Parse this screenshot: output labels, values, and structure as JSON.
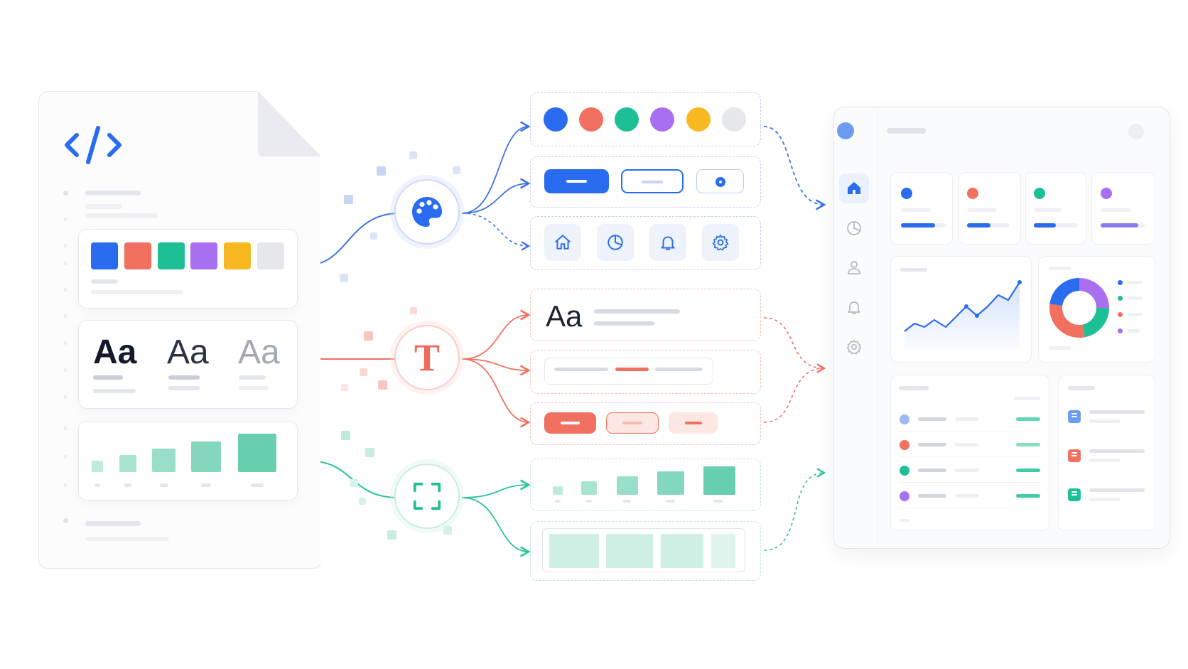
{
  "typography": {
    "specimen": "Aa"
  },
  "colors": {
    "blue": "#2a6cf0",
    "coral": "#f1705f",
    "teal": "#1dbf94",
    "purple": "#a86ff0",
    "amber": "#f8b821",
    "light_gray": "#e6e7ea"
  },
  "icons": {
    "source": "code-brackets-icon",
    "palette_hub": "palette-icon",
    "type_hub": "text-type-icon",
    "layout_hub": "frame-corners-icon",
    "component_icons": [
      "home-icon",
      "pie-chart-icon",
      "bell-icon",
      "gear-icon"
    ],
    "sidebar_icons": [
      "home-icon",
      "pie-chart-icon",
      "user-icon",
      "bell-icon",
      "gear-icon"
    ]
  },
  "dashboard": {
    "kpi_progress": [
      0.75,
      0.55,
      0.5,
      0.85
    ],
    "donut_segments": [
      0.25,
      0.22,
      0.3,
      0.23
    ]
  }
}
